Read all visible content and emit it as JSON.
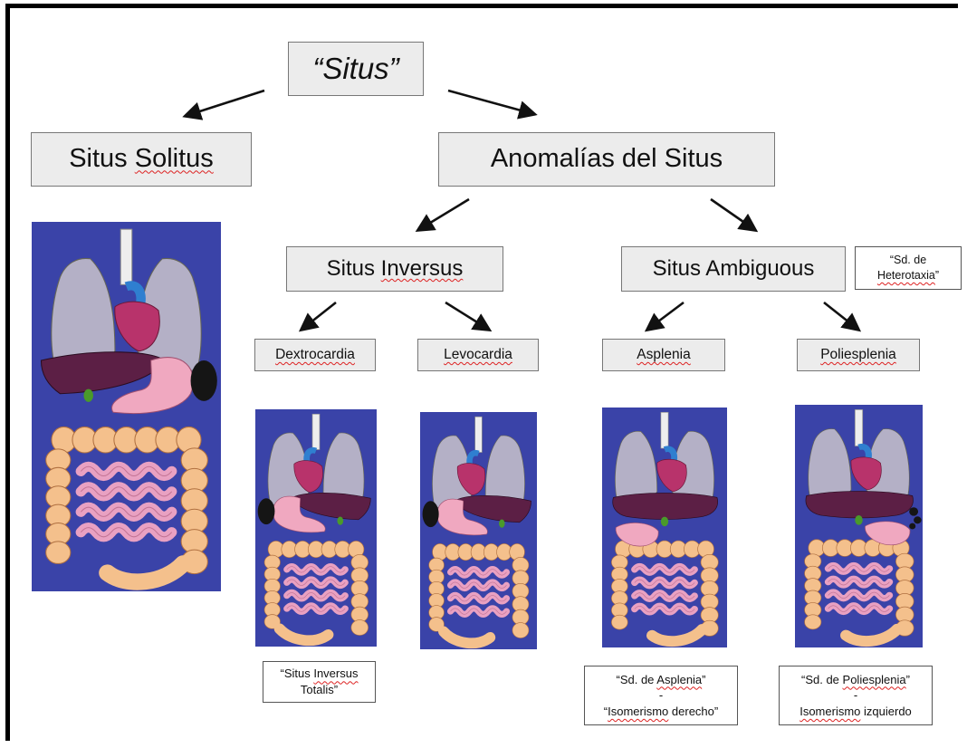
{
  "root": {
    "label": "“Situs”"
  },
  "level1": {
    "solitus": {
      "prefix": "Situs ",
      "word": "Solitus"
    },
    "anomalias": {
      "label": "Anomalías del Situs"
    }
  },
  "level2": {
    "inversus": {
      "prefix": "Situs ",
      "word": "Inversus"
    },
    "ambiguous": {
      "label": "Situs Ambiguous"
    },
    "heterotaxia": {
      "line1": "“Sd. de",
      "word": "Heterotaxia",
      "suffix": "”"
    }
  },
  "level3": {
    "dextrocardia": "Dextrocardia",
    "levocardia": "Levocardia",
    "asplenia": "Asplenia",
    "poliesplenia": "Poliesplenia"
  },
  "notes": {
    "inversus_totalis": {
      "prefix": "“Situs ",
      "word": "Inversus",
      "line2": "Totalis”"
    },
    "asplenia_note": {
      "prefix": "“Sd. de ",
      "word": "Asplenia",
      "suffix": "”",
      "dash": "-",
      "quote_open": "“",
      "word2": "Isomerismo",
      "rest2": " derecho”"
    },
    "poliesplenia_note": {
      "prefix": "“Sd. de ",
      "word": "Poliesplenia",
      "suffix": "”",
      "dash": "-",
      "word2": "Isomerismo",
      "rest2": " izquierdo"
    }
  },
  "colors": {
    "panel_bg": "#3a43a8",
    "lung": "#b4b0c6",
    "heart": "#b8336b",
    "aorta": "#2f7fd0",
    "liver": "#5c1f45",
    "stomach": "#f0a8c0",
    "spleen": "#151515",
    "colon": "#f4c08c",
    "small_intestine": "#e9a1c2",
    "gallbladder": "#4a9a2a"
  },
  "panels": [
    {
      "name": "panel-situs-solitus",
      "variant": "solitus"
    },
    {
      "name": "panel-dextrocardia",
      "variant": "inversus"
    },
    {
      "name": "panel-levocardia",
      "variant": "levocardia"
    },
    {
      "name": "panel-asplenia",
      "variant": "asplenia"
    },
    {
      "name": "panel-poliesplenia",
      "variant": "poliesplenia"
    }
  ]
}
